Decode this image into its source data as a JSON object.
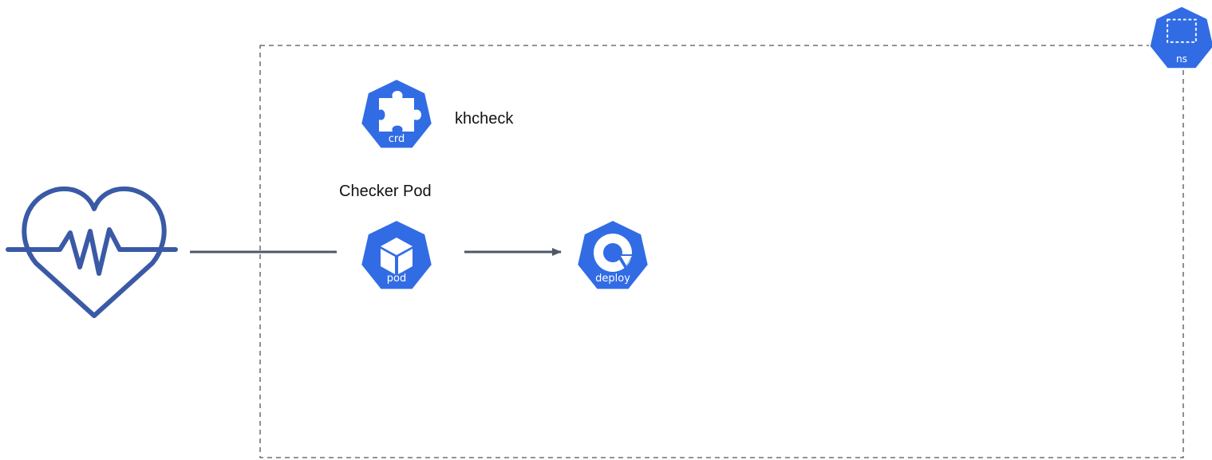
{
  "colors": {
    "k8s_blue": "#326ce5",
    "heart_blue": "#3a5aa6",
    "connector": "#4d5868",
    "namespace_border": "#555555"
  },
  "namespace": {
    "icon": "namespace-icon",
    "caption": "ns"
  },
  "crd": {
    "icon": "puzzle-icon",
    "caption": "crd",
    "label": "khcheck"
  },
  "pod": {
    "icon": "cube-icon",
    "caption": "pod",
    "label": "Checker Pod"
  },
  "deploy": {
    "icon": "rotate-icon",
    "caption": "deploy"
  },
  "health": {
    "icon": "heart-pulse-icon"
  }
}
